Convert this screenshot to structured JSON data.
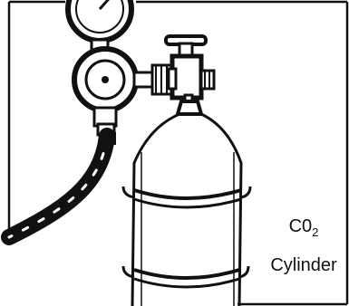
{
  "label": {
    "formula_main": "C0",
    "formula_sub": "2",
    "word": "Cylinder"
  },
  "colors": {
    "ink": "#111111",
    "background": "#ffffff"
  }
}
